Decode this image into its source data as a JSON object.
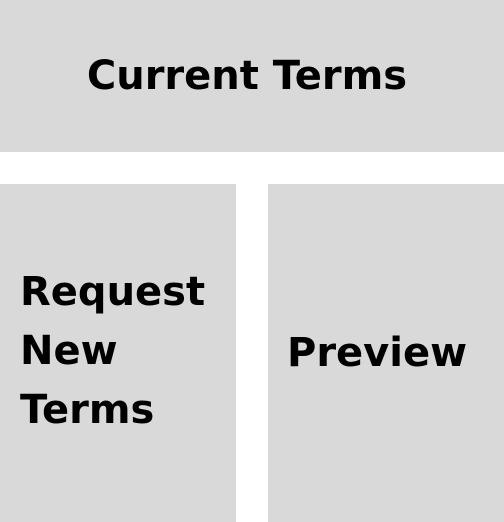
{
  "tiles": {
    "current_terms": {
      "label": "Current Terms"
    },
    "request_new_terms": {
      "label": "Request New Terms"
    },
    "preview": {
      "label": "Preview"
    }
  },
  "colors": {
    "tile_background": "#d9d9d9",
    "page_background": "#ffffff",
    "text": "#000000"
  }
}
